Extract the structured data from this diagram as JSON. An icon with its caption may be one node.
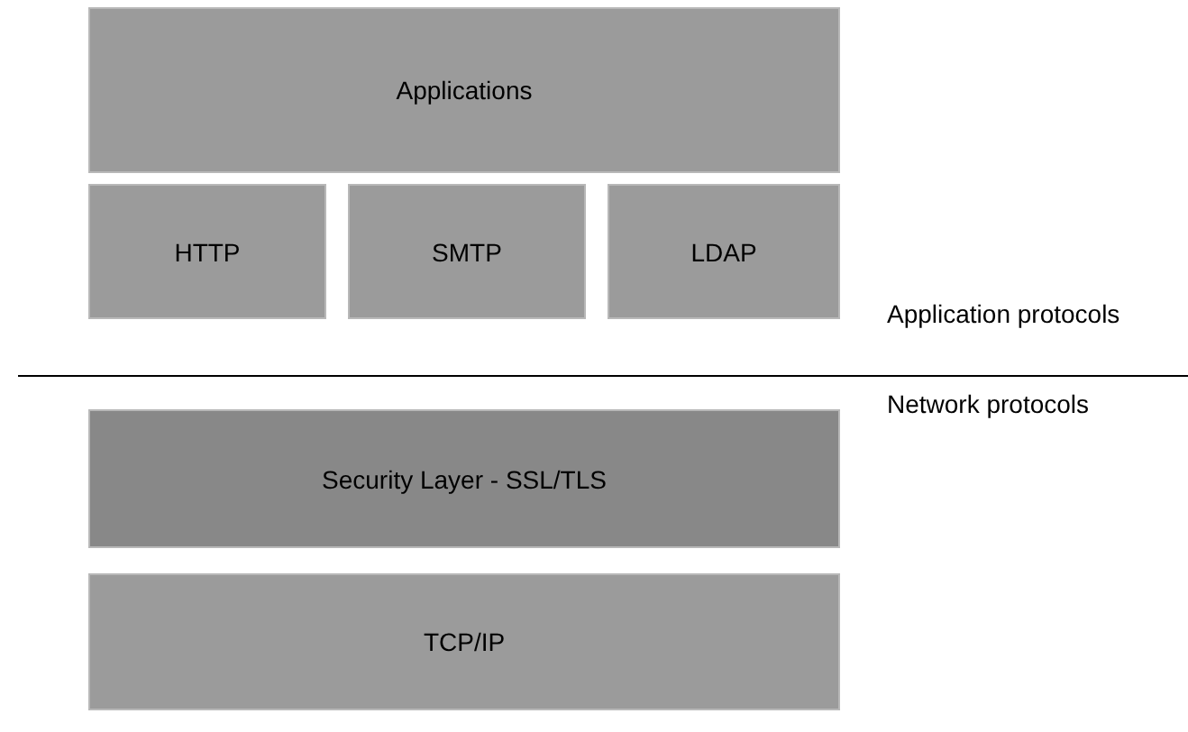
{
  "diagram": {
    "nodes": [
      {
        "text": [
          "Applications"
        ]
      },
      {
        "text": [
          "HTTP"
        ]
      },
      {
        "text": [
          "SMTP"
        ]
      },
      {
        "text": [
          "LDAP"
        ]
      },
      {
        "text": [
          "Security Layer - SSL/TLS"
        ]
      },
      {
        "text": [
          "TCP/IP"
        ]
      }
    ],
    "labels": [
      "Application protocols",
      "Network protocols"
    ]
  }
}
